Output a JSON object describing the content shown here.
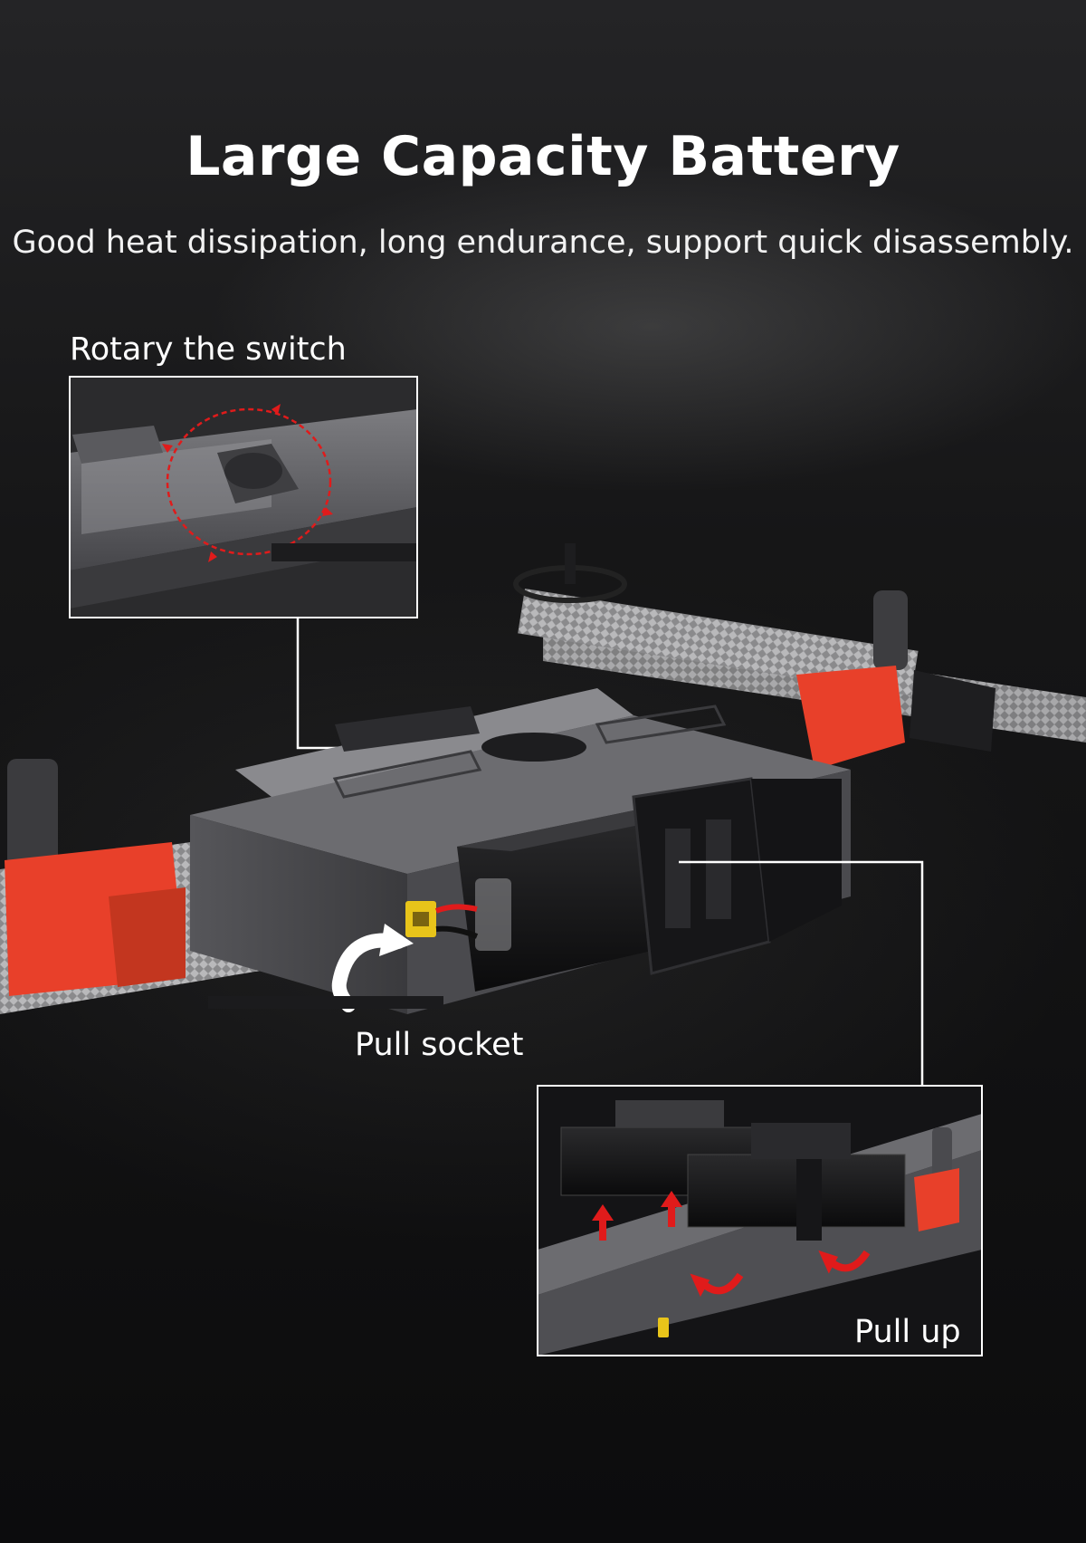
{
  "header": {
    "title": "Large Capacity Battery",
    "subtitle": "Good heat dissipation, long endurance, support quick disassembly."
  },
  "callouts": {
    "rotary_switch": "Rotary the switch",
    "pull_socket": "Pull socket",
    "pull_up": "Pull up"
  },
  "colors": {
    "accent_orange": "#e8402a",
    "arrow_red": "#e01b1b",
    "background": "#111112",
    "callout_line": "#ffffff"
  }
}
